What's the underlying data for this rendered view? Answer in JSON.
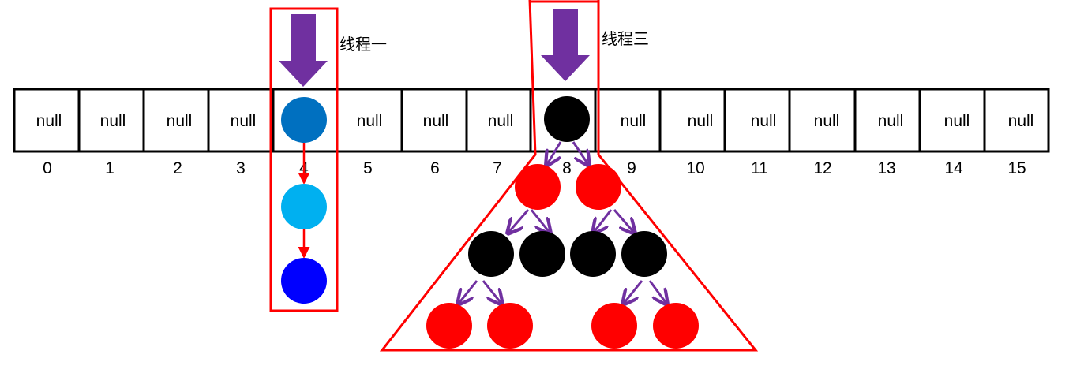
{
  "table": {
    "cells": [
      "null",
      "null",
      "null",
      "null",
      "",
      "null",
      "null",
      "null",
      "",
      "null",
      "null",
      "null",
      "null",
      "null",
      "null",
      "null"
    ],
    "indices": [
      "0",
      "1",
      "2",
      "3",
      "4",
      "5",
      "6",
      "7",
      "8",
      "9",
      "10",
      "11",
      "12",
      "13",
      "14",
      "15"
    ]
  },
  "threads": {
    "thread_one_label": "线程一",
    "thread_three_label": "线程三"
  },
  "colors": {
    "border": "#000000",
    "highlight": "#ff0000",
    "arrow_purple": "#7030a0",
    "node_dark_blue": "#0070c0",
    "node_light_blue": "#00b0f0",
    "node_blue": "#0000ff",
    "node_black": "#000000",
    "node_red": "#ff0000"
  }
}
